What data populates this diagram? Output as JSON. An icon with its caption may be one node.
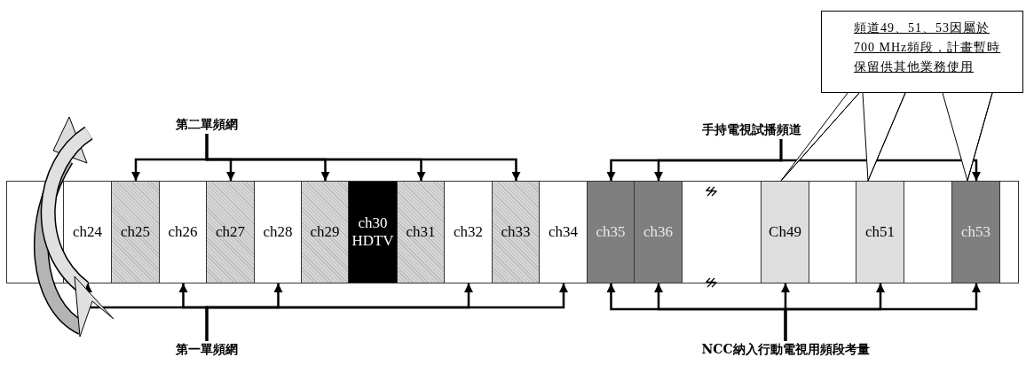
{
  "diagram": {
    "nodes": [
      {
        "text": [
          "頻道49、51、53因屬於700 MHz頻段，計畫暫時保留供其他業務使用"
        ]
      },
      {
        "text": [
          "第二單頻網"
        ]
      },
      {
        "text": [
          "手持電視試播頻道"
        ]
      },
      {
        "text": [],
        "shape": "box"
      },
      {
        "text": [
          "ch24"
        ]
      },
      {
        "text": [
          "ch25"
        ]
      },
      {
        "text": [
          "ch26"
        ]
      },
      {
        "text": [
          "ch27"
        ]
      },
      {
        "text": [
          "ch28"
        ]
      },
      {
        "text": [
          "ch29"
        ]
      },
      {
        "text": [
          "ch30 HDTV"
        ]
      },
      {
        "text": [
          "ch31"
        ]
      },
      {
        "text": [
          "ch32"
        ]
      },
      {
        "text": [
          "ch33"
        ]
      },
      {
        "text": [
          "ch34"
        ]
      },
      {
        "text": [
          "ch35"
        ]
      },
      {
        "text": [
          "ch36"
        ]
      },
      {
        "text": [],
        "shape": "box"
      },
      {
        "text": [
          "Ch49"
        ]
      },
      {
        "text": [],
        "shape": "box"
      },
      {
        "text": [
          "ch51"
        ]
      },
      {
        "text": [],
        "shape": "box"
      },
      {
        "text": [
          "ch53"
        ]
      },
      {
        "text": [],
        "shape": "box"
      },
      {
        "text": [
          "第一單頻網"
        ]
      },
      {
        "text": [
          "NCC納入行動電視用頻段考量"
        ]
      }
    ],
    "edges": [
      {
        "from": 1,
        "to": 5,
        "arrow": "to"
      },
      {
        "from": 1,
        "to": 7,
        "arrow": "to"
      },
      {
        "from": 1,
        "to": 9,
        "arrow": "to"
      },
      {
        "from": 1,
        "to": 11,
        "arrow": "to"
      },
      {
        "from": 1,
        "to": 13,
        "arrow": "to"
      },
      {
        "from": 2,
        "to": 15,
        "arrow": "to"
      },
      {
        "from": 2,
        "to": 16,
        "arrow": "to"
      },
      {
        "from": 2,
        "to": 22,
        "arrow": "to"
      },
      {
        "from": 24,
        "to": 4,
        "arrow": "to"
      },
      {
        "from": 24,
        "to": 6,
        "arrow": "to"
      },
      {
        "from": 24,
        "to": 8,
        "arrow": "to"
      },
      {
        "from": 24,
        "to": 12,
        "arrow": "to"
      },
      {
        "from": 24,
        "to": 14,
        "arrow": "to"
      },
      {
        "from": 25,
        "to": 15,
        "arrow": "to"
      },
      {
        "from": 25,
        "to": 16,
        "arrow": "to"
      },
      {
        "from": 25,
        "to": 18,
        "arrow": "to"
      },
      {
        "from": 25,
        "to": 20,
        "arrow": "to"
      },
      {
        "from": 25,
        "to": 22,
        "arrow": "to"
      },
      {
        "from": 0,
        "to": 18,
        "arrow": "none"
      },
      {
        "from": 0,
        "to": 20,
        "arrow": "none"
      },
      {
        "from": 0,
        "to": 22,
        "arrow": "none"
      }
    ]
  }
}
